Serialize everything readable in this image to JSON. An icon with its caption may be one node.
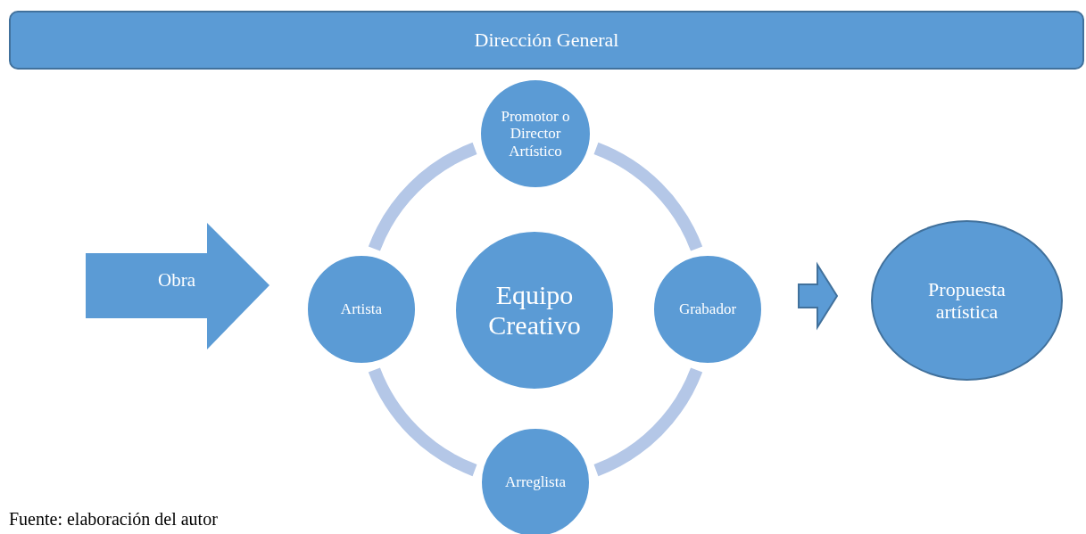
{
  "diagram": {
    "caption": "Fuente: elaboración del autor",
    "nodes": [
      {
        "text": [
          "Dirección General"
        ]
      },
      {
        "text": [
          "Obra"
        ]
      },
      {
        "text": [
          "Promotor o Director Artístico"
        ]
      },
      {
        "text": [
          "Artista"
        ]
      },
      {
        "text": [
          "Equipo Creativo"
        ]
      },
      {
        "text": [
          "Grabador"
        ]
      },
      {
        "text": [
          "Arreglista"
        ]
      },
      {
        "text": [
          "Propuesta artística"
        ]
      }
    ],
    "edges": [
      {
        "from": 2,
        "to": 5,
        "arrow": "none"
      },
      {
        "from": 5,
        "to": 6,
        "arrow": "none"
      },
      {
        "from": 6,
        "to": 3,
        "arrow": "none"
      },
      {
        "from": 3,
        "to": 2,
        "arrow": "none"
      },
      {
        "from": 5,
        "to": 7,
        "arrow": "to",
        "style": "thick",
        "color": "#5b9bd5"
      }
    ]
  }
}
